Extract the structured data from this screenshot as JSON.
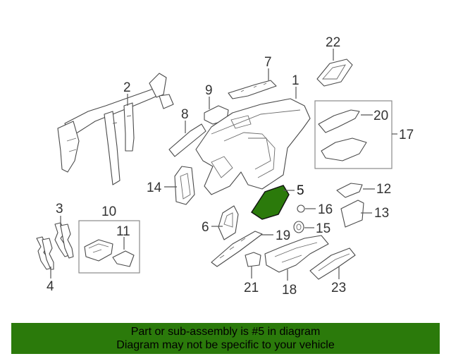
{
  "callouts": {
    "c1": "1",
    "c2": "2",
    "c3": "3",
    "c4": "4",
    "c5": "5",
    "c6": "6",
    "c7": "7",
    "c8": "8",
    "c9": "9",
    "c10": "10",
    "c11": "11",
    "c12": "12",
    "c13": "13",
    "c14": "14",
    "c15": "15",
    "c16": "16",
    "c17": "17",
    "c18": "18",
    "c19": "19",
    "c20": "20",
    "c21": "21",
    "c22": "22",
    "c23": "23"
  },
  "highlight": {
    "part_number": "5",
    "color": "#2b7a0b"
  },
  "banner": {
    "line1": "Part or sub-assembly is #5 in diagram",
    "line2": "Diagram may not be specific to your vehicle",
    "background": "#2b7a0b"
  }
}
